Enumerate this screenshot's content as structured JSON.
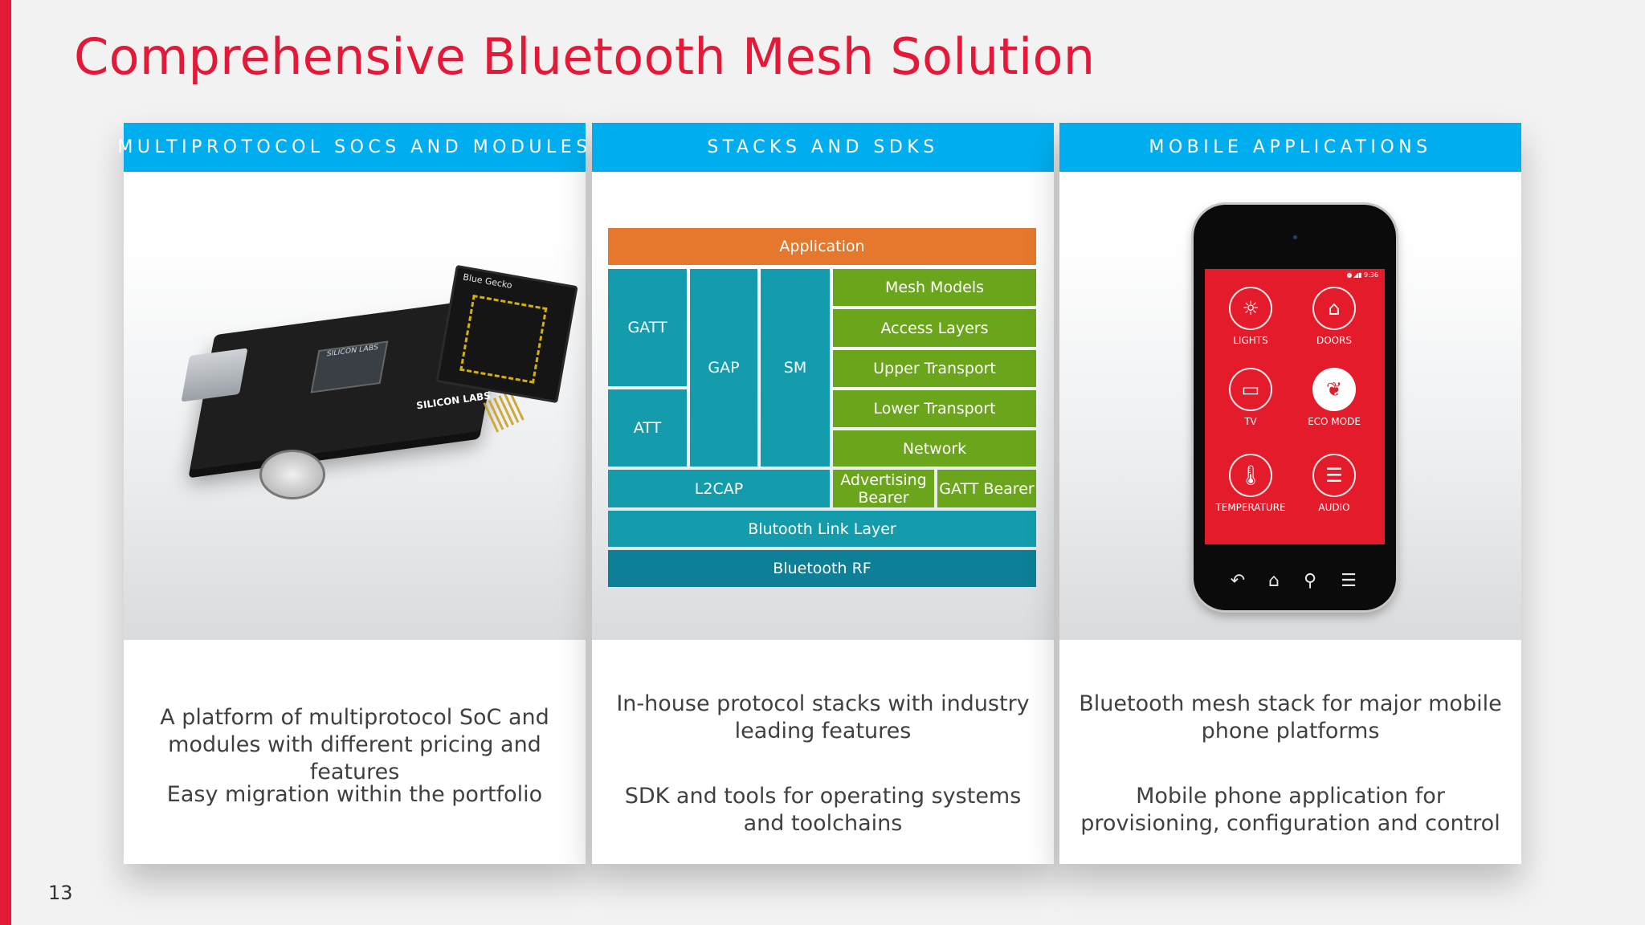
{
  "slide": {
    "title": "Comprehensive Bluetooth Mesh Solution",
    "page_number": "13"
  },
  "columns": [
    {
      "header": "MULTIPROTOCOL SOCS AND MODULES",
      "image": {
        "module_label": "Blue Gecko",
        "chip_label": "SILICON LABS",
        "board_logo": "SILICON LABS"
      },
      "text1": "A platform of multiprotocol SoC and modules with different pricing and features",
      "text2": "Easy migration within the portfolio"
    },
    {
      "header": "STACKS AND SDKS",
      "stack": {
        "application": "Application",
        "gatt": "GATT",
        "att": "ATT",
        "gap": "GAP",
        "sm": "SM",
        "mesh_models": "Mesh Models",
        "access_layers": "Access Layers",
        "upper_transport": "Upper Transport",
        "lower_transport": "Lower Transport",
        "network": "Network",
        "l2cap": "L2CAP",
        "advertising_bearer": "Advertising Bearer",
        "gatt_bearer": "GATT Bearer",
        "link_layer": "Blutooth Link Layer",
        "rf": "Bluetooth RF"
      },
      "text1": "In-house protocol stacks with industry leading features",
      "text2": "SDK and tools for operating systems and toolchains"
    },
    {
      "header": "MOBILE APPLICATIONS",
      "phone": {
        "status": "⏰◢▮ 9:36",
        "apps": [
          {
            "label": "LIGHTS",
            "icon": "lightbulb-icon"
          },
          {
            "label": "DOORS",
            "icon": "lock-icon"
          },
          {
            "label": "TV",
            "icon": "tv-icon"
          },
          {
            "label": "ECO MODE",
            "icon": "leaf-icon"
          },
          {
            "label": "TEMPERATURE",
            "icon": "thermometer-icon"
          },
          {
            "label": "AUDIO",
            "icon": "equalizer-icon"
          }
        ],
        "nav": [
          "back-icon",
          "home-icon",
          "search-icon",
          "menu-icon"
        ]
      },
      "text1": "Bluetooth mesh stack for major mobile phone platforms",
      "text2": "Mobile phone application for provisioning, configuration and control"
    }
  ],
  "colors": {
    "accent_red": "#e31937",
    "header_blue": "#00aeef",
    "stack_teal": "#149cad",
    "stack_green": "#6aa51b",
    "stack_orange": "#e5782c"
  }
}
